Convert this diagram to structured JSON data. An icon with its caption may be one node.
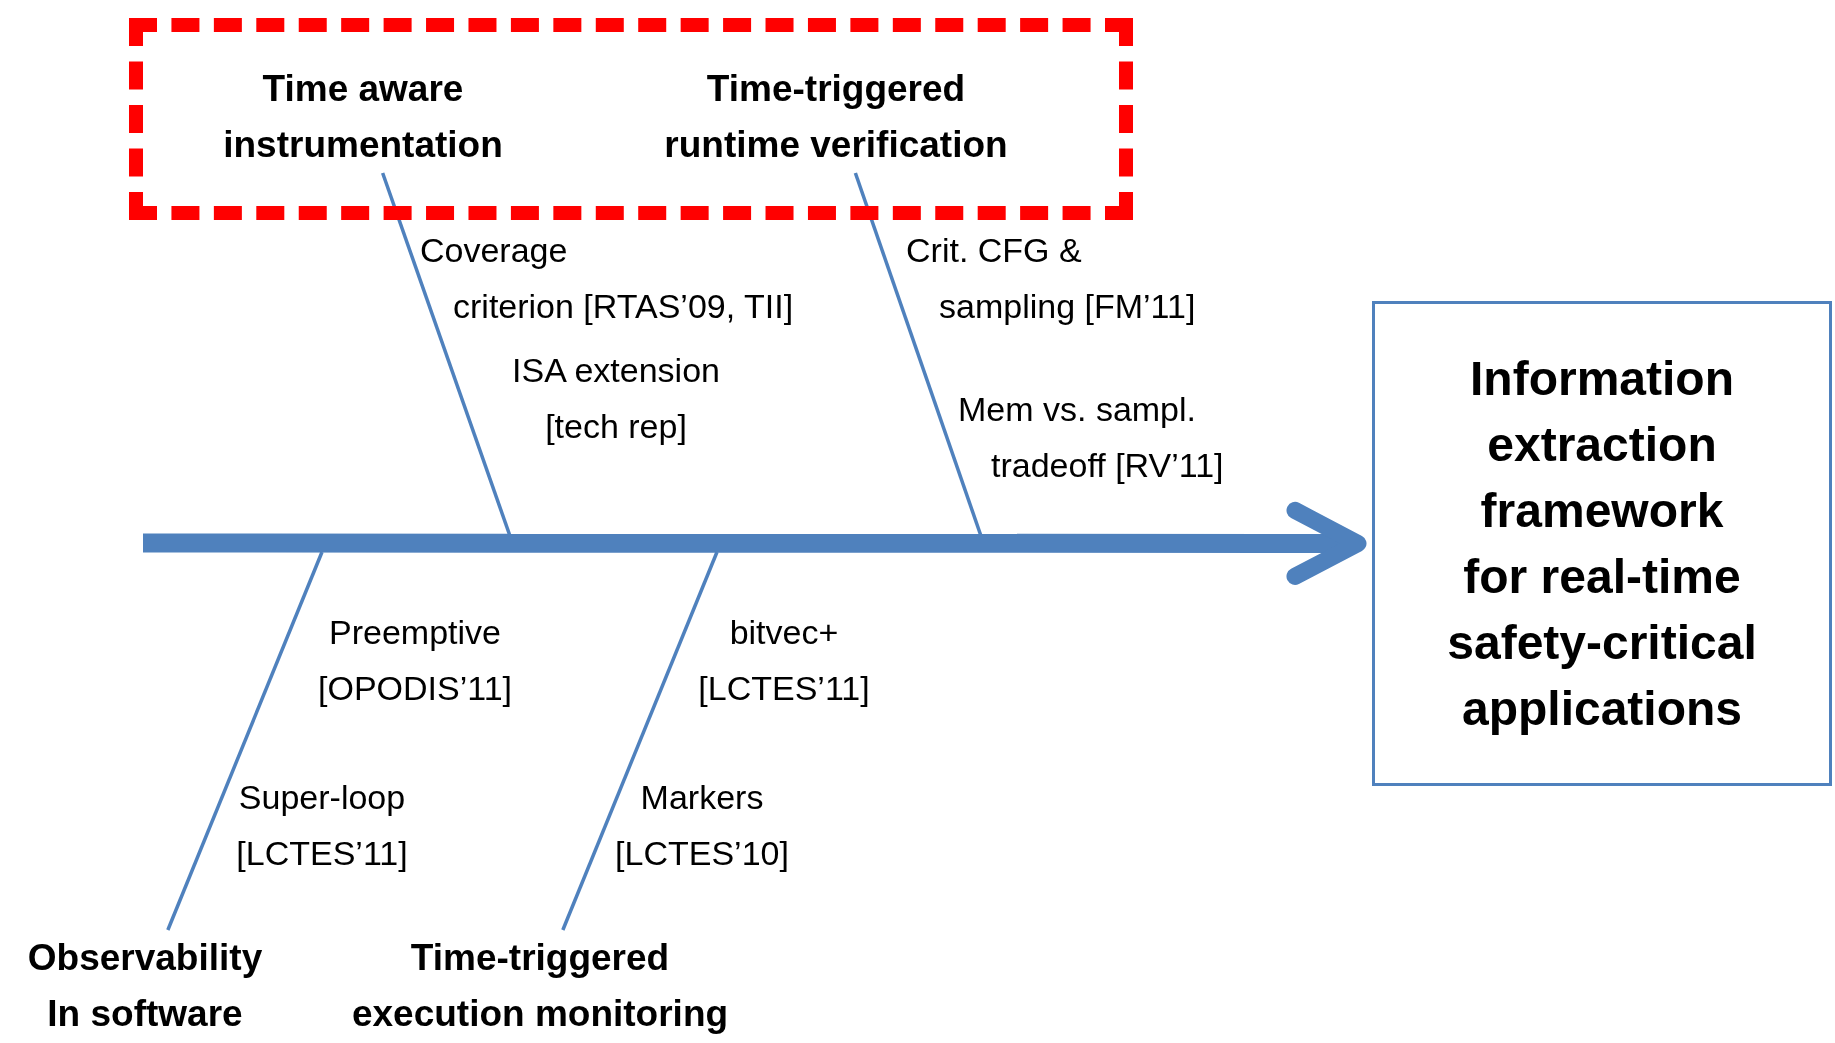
{
  "diagram": {
    "nodes": [
      {
        "text": [],
        "shape": "box"
      },
      {
        "text": [
          "Time aware instrumentation"
        ],
        "in": 0
      },
      {
        "text": [
          "Time-triggered runtime verification"
        ],
        "in": 0
      },
      {
        "text": [
          "Observability In software"
        ]
      },
      {
        "text": [
          "Time-triggered execution monitoring"
        ]
      },
      {
        "text": [
          "Information extraction framework for real-time safety-critical applications"
        ]
      }
    ],
    "edges": [
      {
        "from": null,
        "to": 5,
        "arrow": "to",
        "style": "thick"
      },
      {
        "from": 1,
        "to": null,
        "arrow": "none"
      },
      {
        "from": 2,
        "to": null,
        "arrow": "none"
      },
      {
        "from": 3,
        "to": null,
        "arrow": "none"
      },
      {
        "from": 4,
        "to": null,
        "arrow": "none"
      }
    ],
    "labels": [
      "Coverage criterion [RTAS’09, TII]",
      "Crit. CFG & sampling [FM’11]",
      "ISA extension [tech rep]",
      "Mem vs. sampl. tradeoff [RV’11]",
      "Preemptive [OPODIS’11]",
      "bitvec+ [LCTES’11]",
      "Super-loop [LCTES’11]",
      "Markers [LCTES’10]"
    ]
  }
}
